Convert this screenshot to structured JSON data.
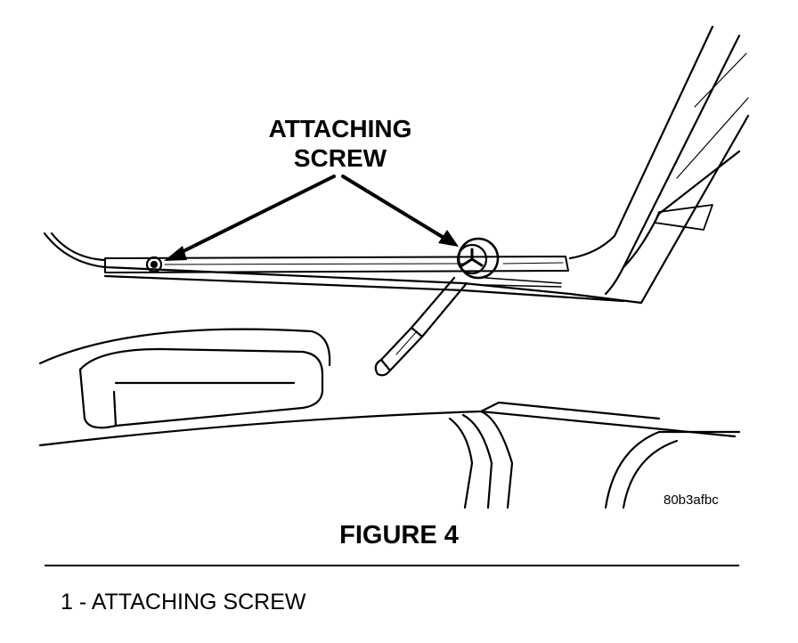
{
  "callout": {
    "line1": "ATTACHING",
    "line2": "SCREW"
  },
  "image_code": "80b3afbc",
  "figure_label": "FIGURE 4",
  "legend": [
    {
      "text": "1 - ATTACHING SCREW"
    }
  ],
  "colors": {
    "ink": "#000000",
    "paper": "#ffffff"
  }
}
